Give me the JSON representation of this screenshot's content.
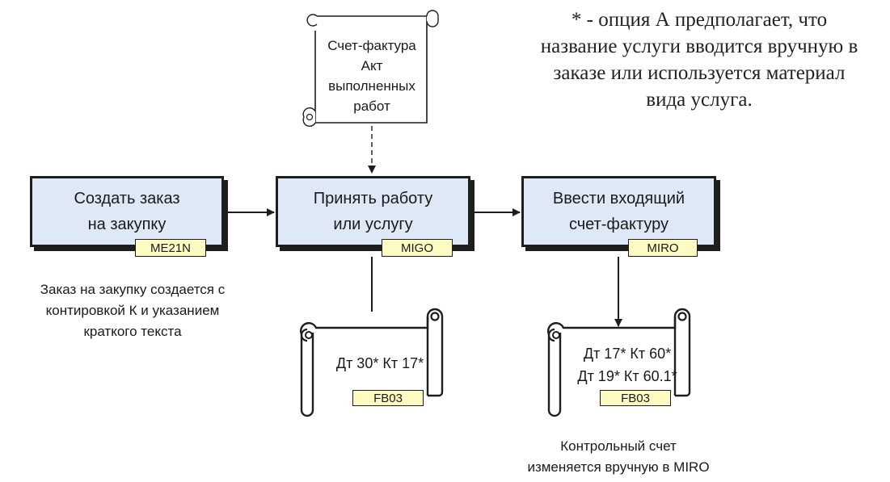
{
  "note": {
    "lines": [
      "* - опция А предполагает, что",
      "название услуги вводится вручную в",
      "заказе или используется материал",
      "вида услуга."
    ]
  },
  "invoice_doc": {
    "lines": [
      "Счет-фактура",
      "Акт",
      "выполненных",
      "работ"
    ]
  },
  "steps": [
    {
      "lines": [
        "Создать заказ",
        "на закупку"
      ],
      "tcode": "ME21N"
    },
    {
      "lines": [
        "Принять работу",
        "или услугу"
      ],
      "tcode": "MIGO"
    },
    {
      "lines": [
        "Ввести входящий",
        "счет-фактуру"
      ],
      "tcode": "MIRO"
    }
  ],
  "postings": [
    {
      "lines": [
        "Дт 30* Кт 17*"
      ],
      "tcode": "FB03"
    },
    {
      "lines": [
        "Дт 17* Кт 60*",
        "Дт 19* Кт 60.1*"
      ],
      "tcode": "FB03"
    }
  ],
  "captions": {
    "po": [
      "Заказ на закупку создается с",
      "контировкой К и указанием",
      "краткого текста"
    ],
    "miro": [
      "Контрольный счет",
      "изменяется вручную в MIRO"
    ]
  },
  "colors": {
    "process_fill": "#dfe8f6",
    "tcode_fill": "#fdfbc2",
    "stroke": "#1e1e1e"
  }
}
